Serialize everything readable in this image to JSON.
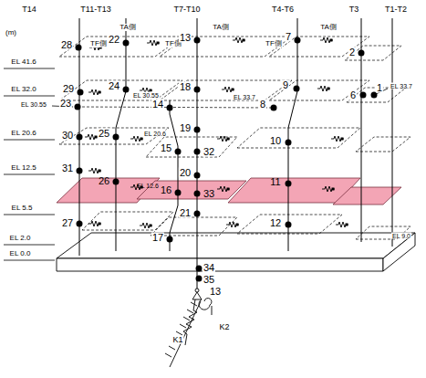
{
  "diagram": {
    "labels": [
      "T14",
      "T11-T13",
      "T7-T10",
      "T4-T6",
      "T3",
      "T1-T2",
      "(m)",
      "TF側",
      "TA側",
      "TF側",
      "TA側",
      "TF側",
      "TA側",
      "EL 41.6",
      "EL 32.0",
      "EL 30.55",
      "EL 20.6",
      "EL 12.5",
      "EL 5.5",
      "EL 2.0",
      "EL 0.0",
      "EL 30.55",
      "EL 33.7",
      "EL 33.7",
      "EL 20.6",
      "EL 12.6",
      "EL 9.0",
      "1",
      "2",
      "6",
      "7",
      "8",
      "9",
      "10",
      "11",
      "12",
      "13",
      "14",
      "15",
      "16",
      "17",
      "18",
      "19",
      "20",
      "21",
      "22",
      "23",
      "24",
      "25",
      "26",
      "27",
      "28",
      "29",
      "30",
      "31",
      "32",
      "33",
      "34",
      "35",
      "13",
      "K1",
      "K2"
    ]
  }
}
